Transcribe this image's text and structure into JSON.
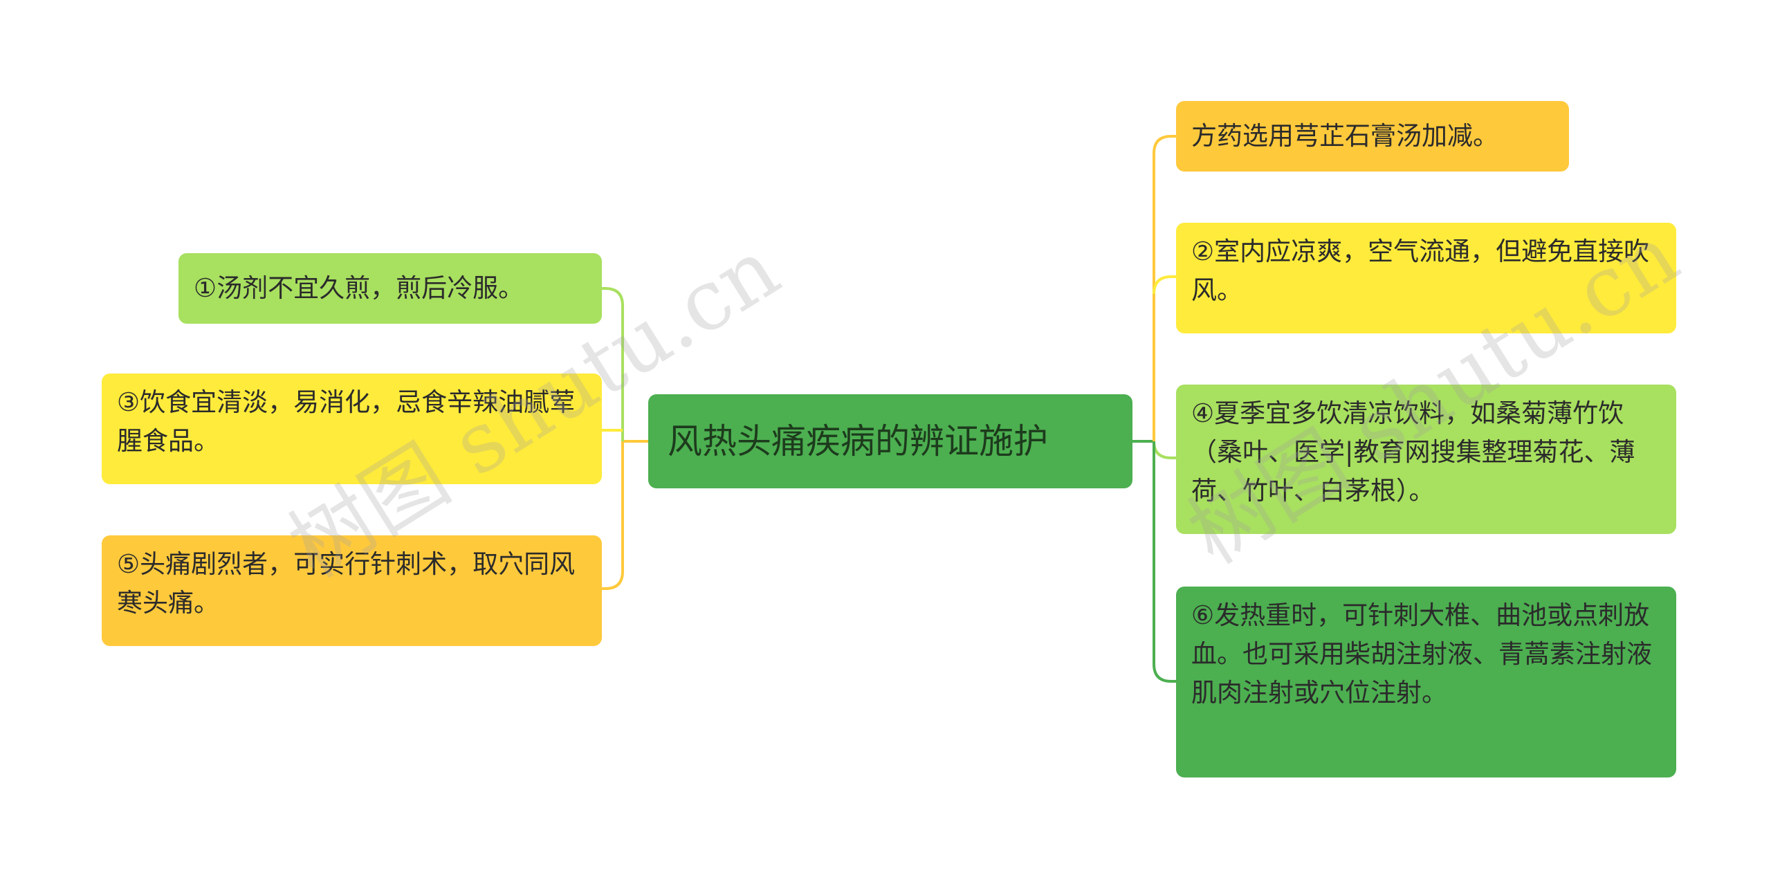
{
  "center": {
    "label": "风热头痛疾病的辨证施护",
    "color": "#4caf50"
  },
  "left_nodes": [
    {
      "label": "①汤剂不宜久煎，煎后冷服。",
      "color": "#a8e05f"
    },
    {
      "label": "③饮食宜清淡，易消化，忌食辛辣油腻荤腥食品。",
      "color": "#ffeb3b"
    },
    {
      "label": "⑤头痛剧烈者，可实行针刺术，取穴同风寒头痛。",
      "color": "#ffc93c"
    }
  ],
  "right_nodes": [
    {
      "label": "方药选用芎芷石膏汤加减。",
      "color": "#ffc93c"
    },
    {
      "label": "②室内应凉爽，空气流通，但避免直接吹风。",
      "color": "#ffeb3b"
    },
    {
      "label": "④夏季宜多饮清凉饮料，如桑菊薄竹饮（桑叶、医学|教育网搜集整理菊花、薄荷、竹叶、白茅根）。",
      "color": "#a8e05f"
    },
    {
      "label": "⑥发热重时，可针刺大椎、曲池或点刺放血。也可采用柴胡注射液、青蒿素注射液肌肉注射或穴位注射。",
      "color": "#4caf50"
    }
  ],
  "watermarks": [
    {
      "text": "树图 shutu.cn"
    },
    {
      "text": "树图 shutu.cn"
    }
  ]
}
